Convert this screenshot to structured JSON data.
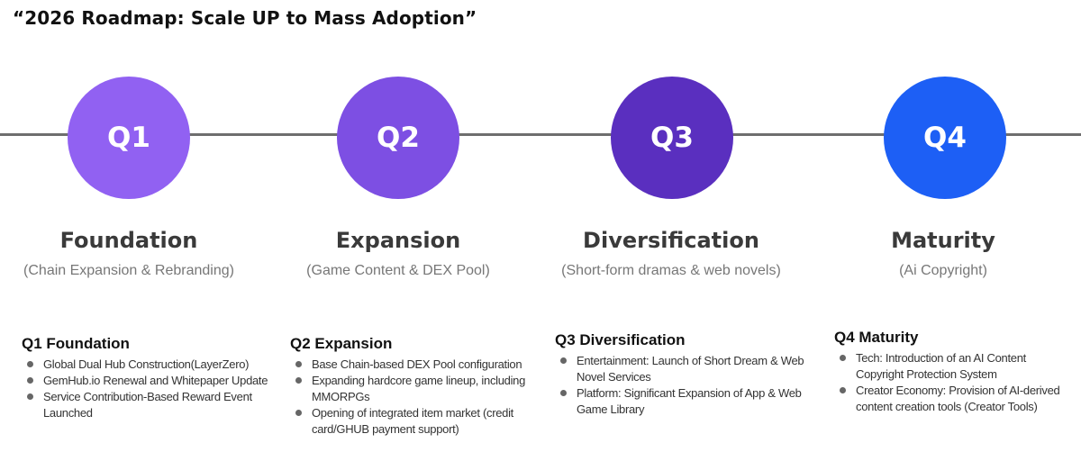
{
  "title": "“2026 Roadmap: Scale UP to Mass Adoption”",
  "phases": [
    {
      "label": "Q1",
      "name": "Foundation",
      "subtitle": "(Chain Expansion & Rebranding)",
      "color": "#9161f2"
    },
    {
      "label": "Q2",
      "name": "Expansion",
      "subtitle": "(Game Content & DEX Pool)",
      "color": "#7d4fe3"
    },
    {
      "label": "Q3",
      "name": "Diversification",
      "subtitle": "(Short-form dramas & web novels)",
      "color": "#5a2fbf"
    },
    {
      "label": "Q4",
      "name": "Maturity",
      "subtitle": "(Ai Copyright)",
      "color": "#1d5ff5"
    }
  ],
  "details": [
    {
      "title": "Q1 Foundation",
      "items": [
        "Global Dual Hub Construction(LayerZero)",
        "GemHub.io Renewal and Whitepaper Update",
        "Service Contribution-Based Reward Event Launched"
      ]
    },
    {
      "title": "Q2 Expansion",
      "items": [
        "Base Chain-based DEX Pool configuration",
        "Expanding hardcore game lineup, including MMORPGs",
        "Opening of integrated item market (credit card/GHUB payment support)"
      ]
    },
    {
      "title": "Q3 Diversification",
      "items": [
        "Entertainment: Launch of Short Dream & Web Novel Services",
        "Platform: Significant Expansion of App & Web Game Library"
      ]
    },
    {
      "title": "Q4 Maturity",
      "items": [
        "Tech: Introduction of an AI Content Copyright Protection System",
        "Creator Economy: Provision of AI-derived content creation tools (Creator Tools)"
      ]
    }
  ]
}
